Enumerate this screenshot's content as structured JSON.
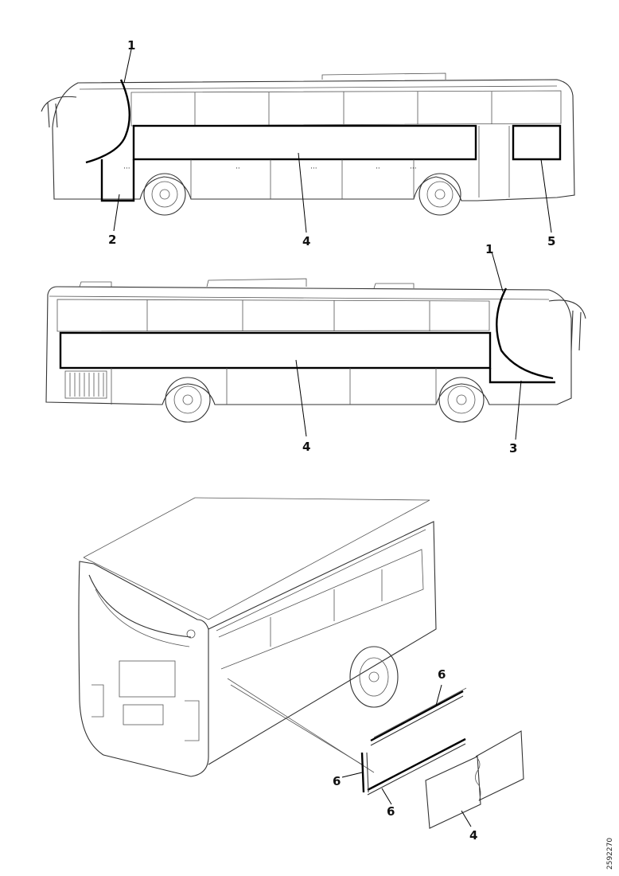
{
  "callouts": {
    "top_1": "1",
    "top_2": "2",
    "top_4": "4",
    "top_5": "5",
    "mid_1": "1",
    "mid_3": "3",
    "mid_4": "4",
    "bot_6a": "6",
    "bot_6b": "6",
    "bot_6c": "6",
    "bot_4": "4"
  },
  "reference_number": "2592270"
}
